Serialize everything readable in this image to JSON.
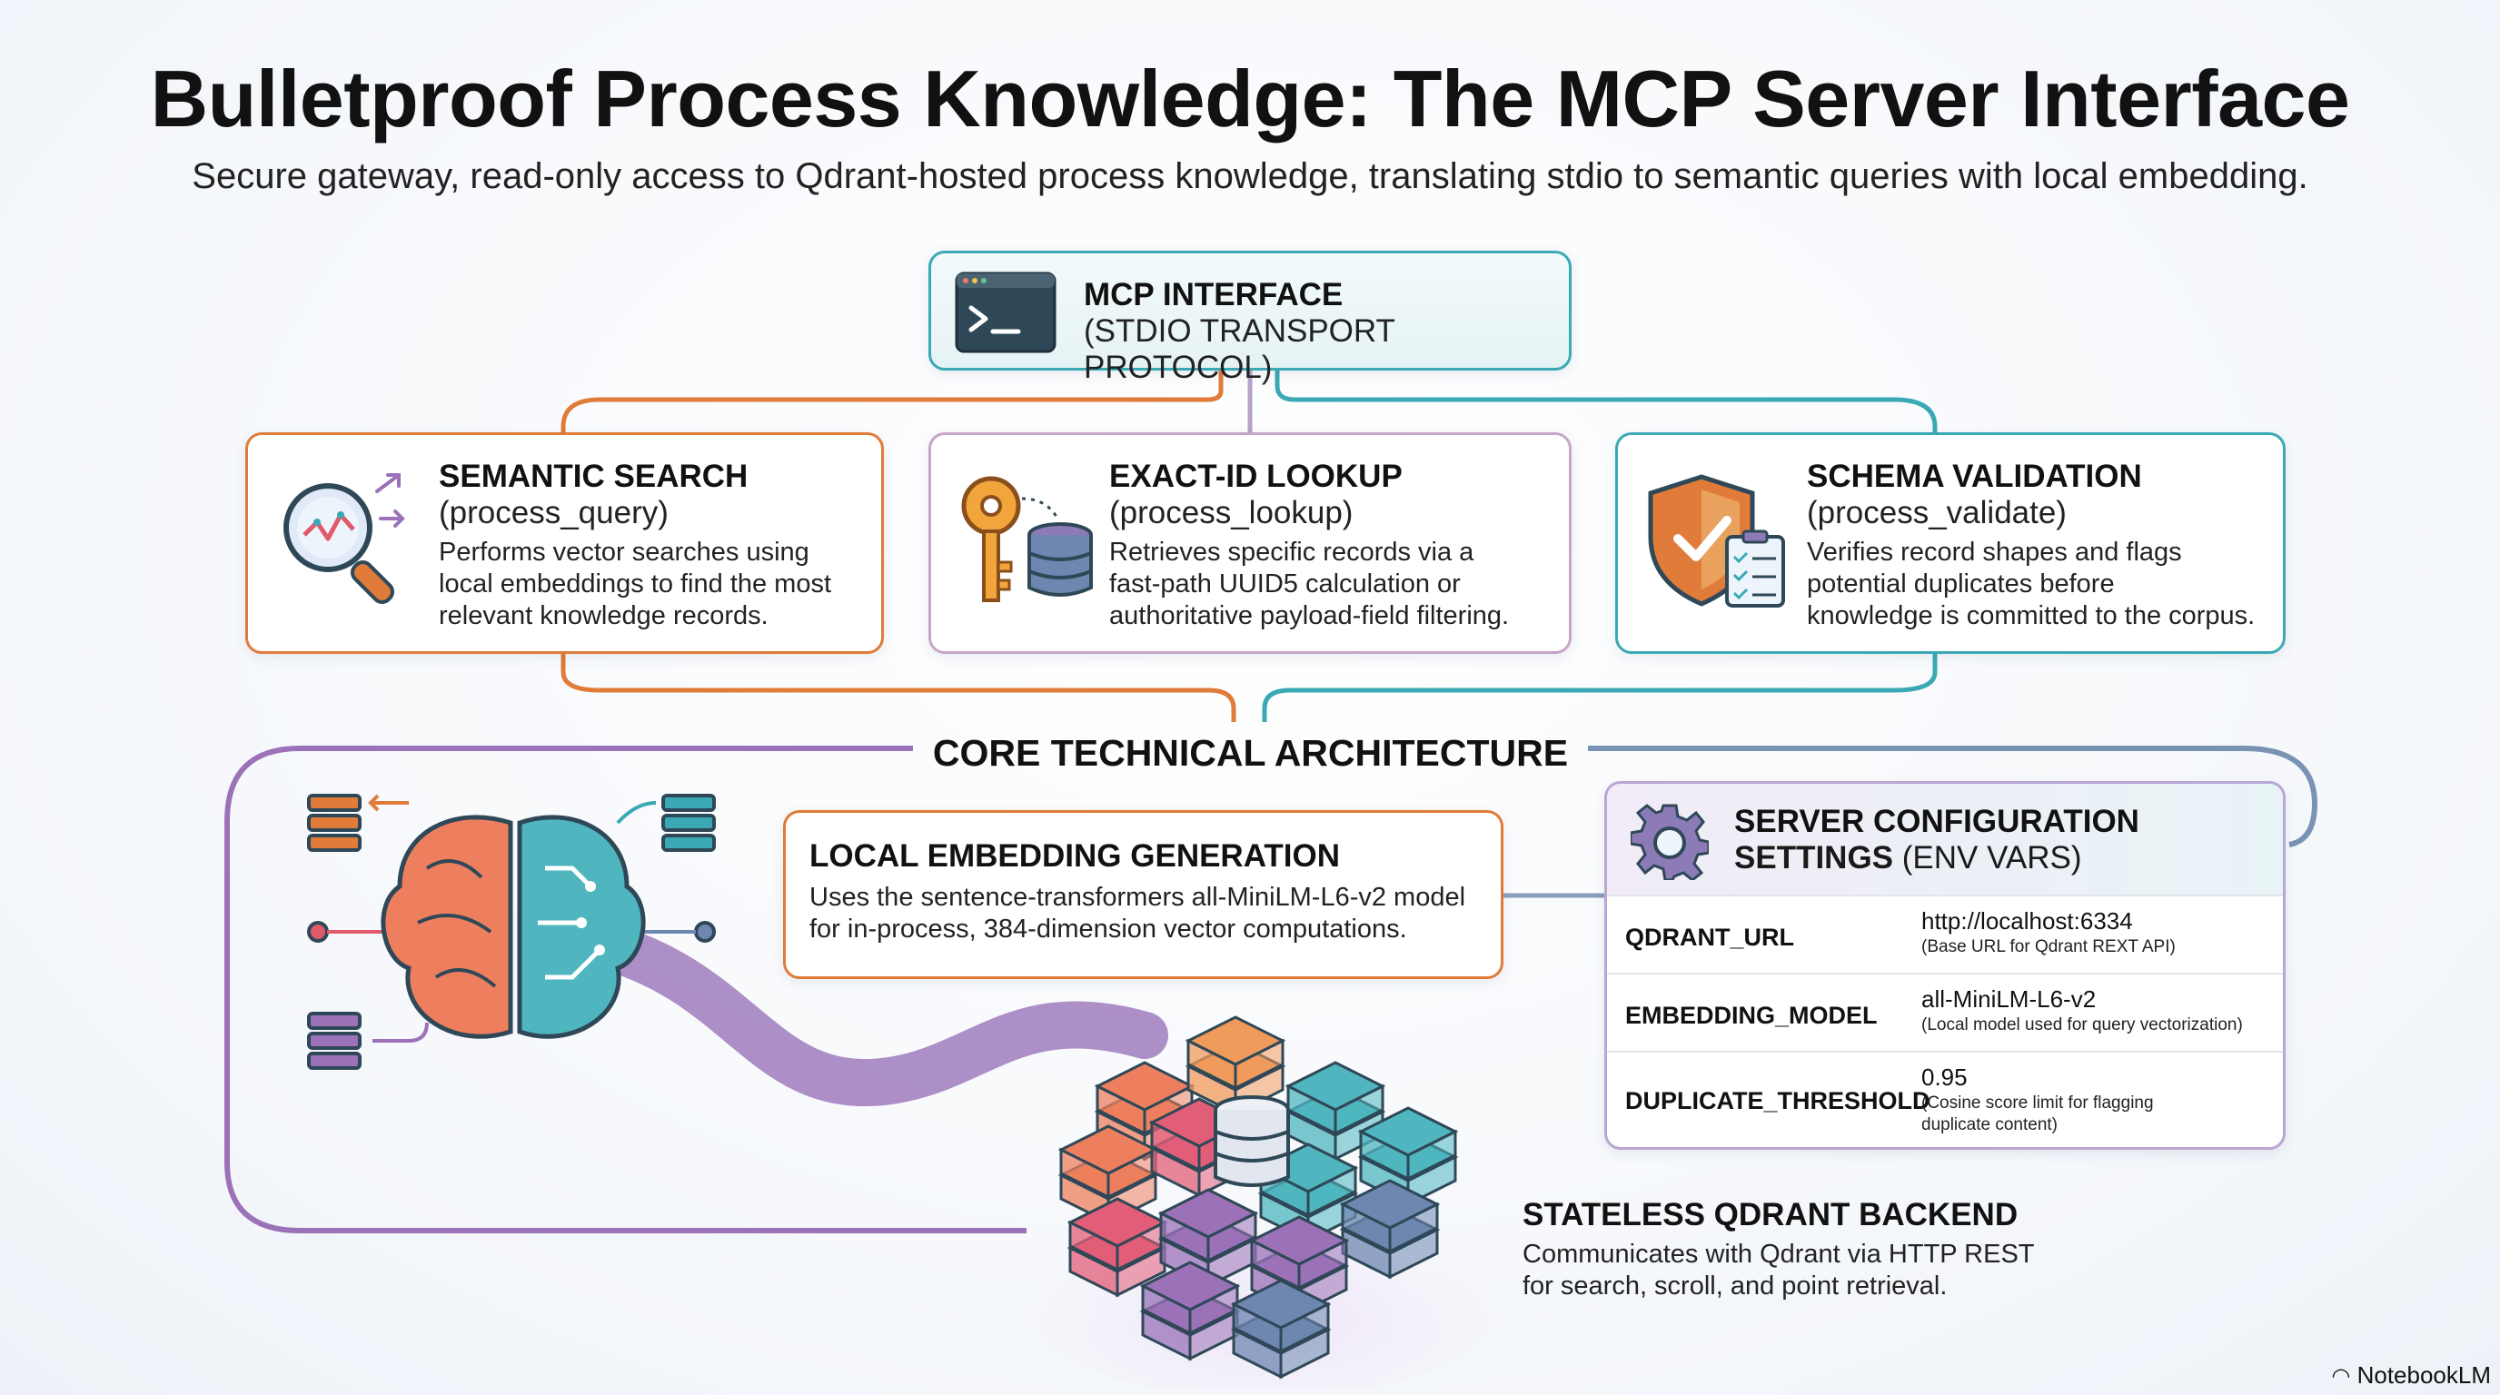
{
  "header": {
    "title": "Bulletproof Process Knowledge: The MCP Server Interface",
    "subtitle": "Secure gateway, read-only access to Qdrant-hosted process knowledge, translating stdio to semantic queries with local embedding."
  },
  "mcp": {
    "title": "MCP INTERFACE",
    "subtitle": "(STDIO TRANSPORT PROTOCOL)",
    "icon": "terminal-icon"
  },
  "tools": [
    {
      "title": "SEMANTIC SEARCH",
      "tool": "(process_query)",
      "description": [
        "Performs vector searches using",
        "local embeddings to find the most",
        "relevant knowledge records."
      ],
      "icon": "magnifier-chart-icon",
      "color": "#e07b39"
    },
    {
      "title": "EXACT-ID LOOKUP",
      "tool": "(process_lookup)",
      "description": [
        "Retrieves specific records via a",
        "fast-path UUID5 calculation or",
        "authoritative payload-field filtering."
      ],
      "icon": "key-database-icon",
      "color": "#c08fb0"
    },
    {
      "title": "SCHEMA VALIDATION",
      "tool": "(process_validate)",
      "description": [
        "Verifies record shapes and flags",
        "potential duplicates before",
        "knowledge is committed to the corpus."
      ],
      "icon": "shield-checklist-icon",
      "color": "#3aa9b5"
    }
  ],
  "architecture": {
    "heading": "CORE TECHNICAL ARCHITECTURE",
    "embedding": {
      "title": "LOCAL EMBEDDING GENERATION",
      "description": [
        "Uses the sentence-transformers all-MiniLM-L6-v2 model",
        "for in-process, 384-dimension vector computations."
      ]
    },
    "config": {
      "title_bold_1": "SERVER CONFIGURATION",
      "title_bold_2": "SETTINGS",
      "title_light": "(ENV VARS)",
      "icon": "gear-icon",
      "rows": [
        {
          "key": "QDRANT_URL",
          "value": "http://localhost:6334",
          "note": [
            "(Base URL for Qdrant REXT API)"
          ]
        },
        {
          "key": "EMBEDDING_MODEL",
          "value": "all-MiniLM-L6-v2",
          "note": [
            "(Local model used for query vectorization)"
          ]
        },
        {
          "key": "DUPLICATE_THRESHOLD",
          "value": "0.95",
          "note": [
            "(Cosine score limit for flagging",
            "duplicate content)"
          ]
        }
      ]
    },
    "backend": {
      "title": "STATELESS QDRANT BACKEND",
      "description": [
        "Communicates with Qdrant via HTTP REST",
        "for search, scroll, and point retrieval."
      ]
    }
  },
  "brand": "NotebookLM",
  "colors": {
    "orange": "#e07b39",
    "purple": "#9b72b8",
    "teal": "#3aa9b5",
    "slate": "#7b93b3"
  }
}
